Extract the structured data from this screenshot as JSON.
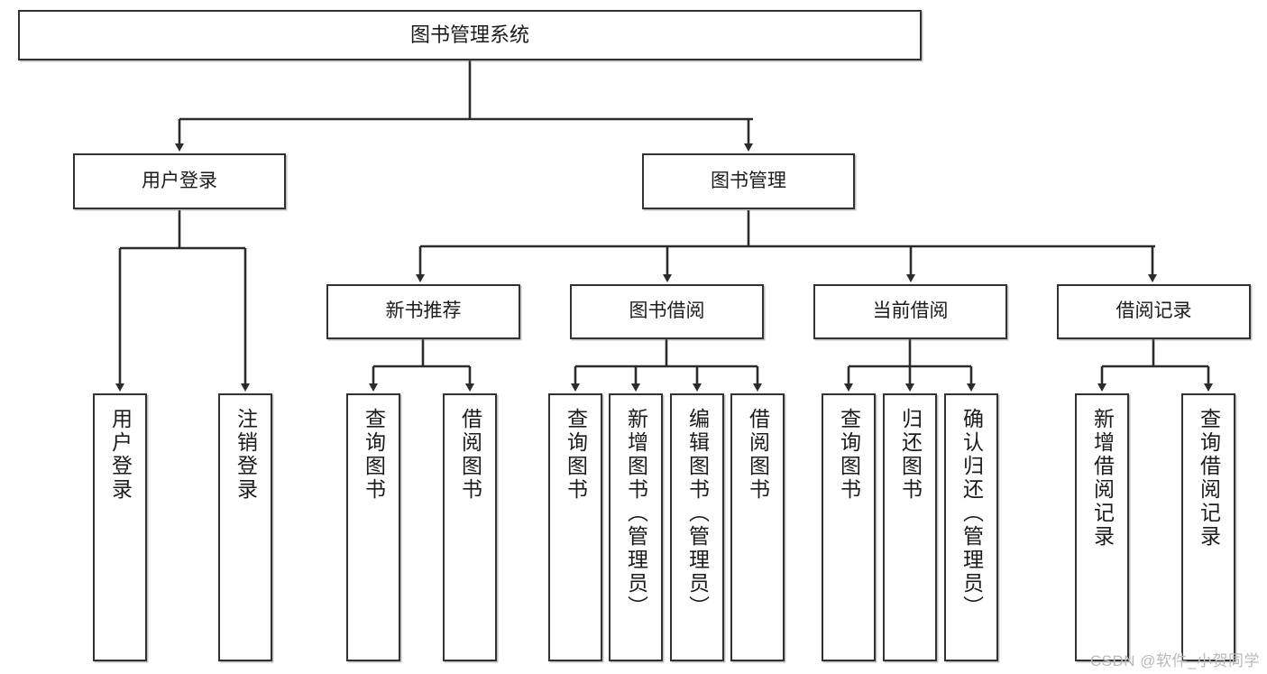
{
  "diagram": {
    "type": "tree-hierarchy",
    "title": "图书管理系统",
    "watermark": "CSDN @软件_小贺同学",
    "colors": {
      "box_border": "#33322f",
      "box_fill": "#ffffff",
      "edge": "#2b2b2b",
      "text": "#1b1b1b",
      "watermark": "#b9b9b9"
    },
    "nodes": {
      "root": {
        "label": "图书管理系统"
      },
      "level2": [
        {
          "id": "user-login",
          "label": "用户登录"
        },
        {
          "id": "book-management",
          "label": "图书管理"
        }
      ],
      "level3": [
        {
          "id": "new-book-recommend",
          "label": "新书推荐"
        },
        {
          "id": "book-borrow",
          "label": "图书借阅"
        },
        {
          "id": "current-borrow",
          "label": "当前借阅"
        },
        {
          "id": "borrow-record",
          "label": "借阅记录"
        }
      ],
      "leaves": {
        "user-login": [
          {
            "id": "leaf-user-login",
            "label": "用户登录"
          },
          {
            "id": "leaf-logout",
            "label": "注销登录"
          }
        ],
        "new-book-recommend": [
          {
            "id": "leaf-query-book-1",
            "label": "查询图书"
          },
          {
            "id": "leaf-borrow-book-1",
            "label": "借阅图书"
          }
        ],
        "book-borrow": [
          {
            "id": "leaf-query-book-2",
            "label": "查询图书"
          },
          {
            "id": "leaf-add-book",
            "label": "新增图书（管理员）"
          },
          {
            "id": "leaf-edit-book",
            "label": "编辑图书（管理员）"
          },
          {
            "id": "leaf-borrow-book-2",
            "label": "借阅图书"
          }
        ],
        "current-borrow": [
          {
            "id": "leaf-query-book-3",
            "label": "查询图书"
          },
          {
            "id": "leaf-return-book",
            "label": "归还图书"
          },
          {
            "id": "leaf-confirm-return",
            "label": "确认归还（管理员）"
          }
        ],
        "borrow-record": [
          {
            "id": "leaf-add-record",
            "label": "新增借阅记录"
          },
          {
            "id": "leaf-query-record",
            "label": "查询借阅记录"
          }
        ]
      }
    }
  }
}
